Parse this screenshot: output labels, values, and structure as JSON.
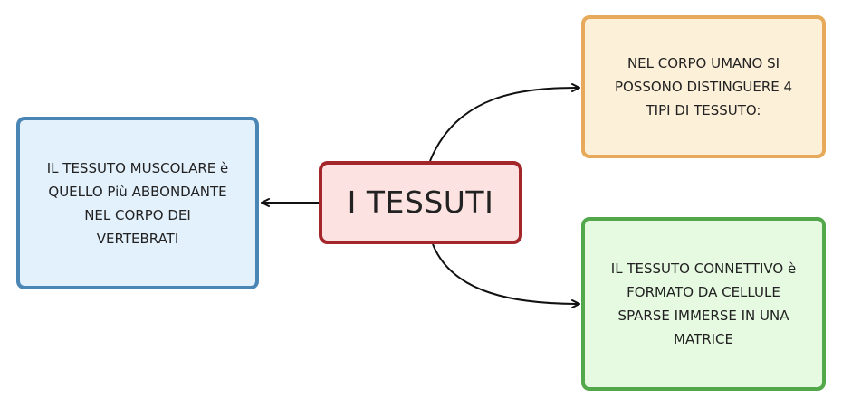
{
  "diagram": {
    "center": {
      "text": "I TESSUTI",
      "fill": "#fde2e2",
      "border": "#a3262a"
    },
    "left": {
      "text": "IL TESSUTO MUSCOLARE è\nQUELLO Più ABBONDANTE\nNEL CORPO DEI\nVERTEBRATI",
      "fill": "#e3f1fc",
      "border": "#4a86b5"
    },
    "top_right": {
      "text": "NEL CORPO UMANO SI\nPOSSONO DISTINGUERE 4\nTIPI DI TESSUTO:",
      "fill": "#fdf0d9",
      "border": "#e6aa5a"
    },
    "bottom_right": {
      "text": "IL TESSUTO CONNETTIVO è\nFORMATO DA CELLULE\nSPARSE IMMERSE IN UNA\nMATRICE",
      "fill": "#e6fae1",
      "border": "#52a84a"
    },
    "connector_color": "#111111"
  }
}
